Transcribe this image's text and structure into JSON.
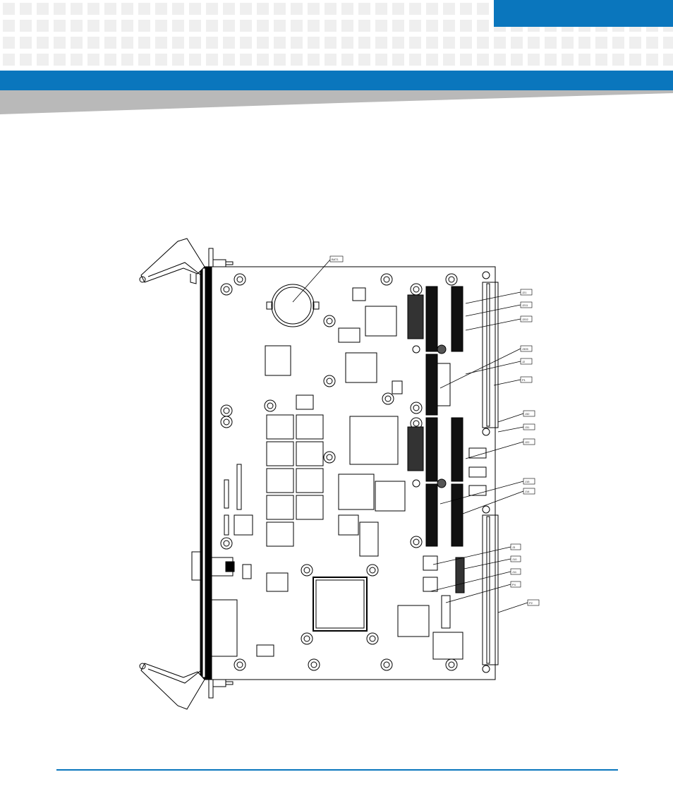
{
  "page": {
    "brand_color": "#0a76bd",
    "swoosh_color": "#b9b9b9",
    "pattern_color": "#efefef"
  },
  "figure": {
    "board_labels": {
      "bat1": "BAT1",
      "c1": "J21",
      "c2": "J211",
      "c3": "J202",
      "c4": "J305",
      "c5": "J2",
      "c6": "P1",
      "c7": "J32",
      "c8": "J31",
      "c9": "J22",
      "c10": "J15",
      "c11": "J14",
      "c12": "J3",
      "c13": "J10",
      "c14": "J11",
      "c15": "P4",
      "c16": "P2"
    }
  }
}
